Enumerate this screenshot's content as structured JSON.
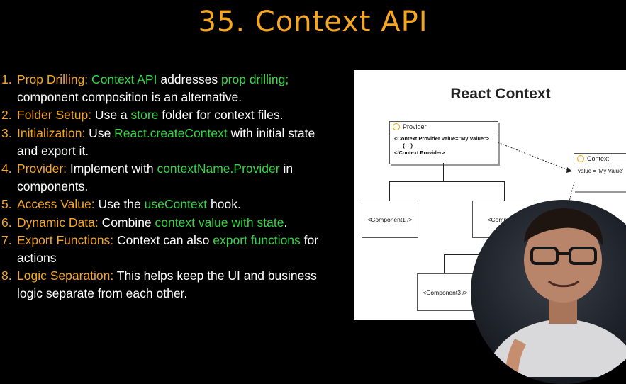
{
  "slide": {
    "title": "35. Context API",
    "items": [
      {
        "num": "1.",
        "segments": [
          {
            "t": "Prop Drilling:",
            "c": "k"
          },
          {
            "t": " Context API",
            "c": "g"
          },
          {
            "t": " addresses ",
            "c": "w"
          },
          {
            "t": "prop drilling;",
            "c": "g"
          },
          {
            "t": "\ncomponent composition is an alternative.",
            "c": "w"
          }
        ]
      },
      {
        "num": "2.",
        "segments": [
          {
            "t": "Folder Setup:",
            "c": "k"
          },
          {
            "t": " Use a ",
            "c": "w"
          },
          {
            "t": "store",
            "c": "g"
          },
          {
            "t": " folder for context files.",
            "c": "w"
          }
        ]
      },
      {
        "num": "3.",
        "segments": [
          {
            "t": "Initialization:",
            "c": "k"
          },
          {
            "t": " Use ",
            "c": "w"
          },
          {
            "t": "React.createContext",
            "c": "g"
          },
          {
            "t": " with initial state\nand export it.",
            "c": "w"
          }
        ]
      },
      {
        "num": "4.",
        "segments": [
          {
            "t": "Provider:",
            "c": "k"
          },
          {
            "t": " Implement with ",
            "c": "w"
          },
          {
            "t": "contextName.Provider",
            "c": "g"
          },
          {
            "t": " in\ncomponents.",
            "c": "w"
          }
        ]
      },
      {
        "num": "5.",
        "segments": [
          {
            "t": "Access Value:",
            "c": "k"
          },
          {
            "t": " Use the ",
            "c": "w"
          },
          {
            "t": "useContext",
            "c": "g"
          },
          {
            "t": " hook.",
            "c": "w"
          }
        ]
      },
      {
        "num": "6.",
        "segments": [
          {
            "t": "Dynamic Data:",
            "c": "k"
          },
          {
            "t": " Combine ",
            "c": "w"
          },
          {
            "t": "context value with state",
            "c": "g"
          },
          {
            "t": ".",
            "c": "w"
          }
        ]
      },
      {
        "num": "7.",
        "segments": [
          {
            "t": "Export Functions:",
            "c": "k"
          },
          {
            "t": " Context can also ",
            "c": "w"
          },
          {
            "t": "export functions",
            "c": "g"
          },
          {
            "t": " for\nactions",
            "c": "w"
          }
        ]
      },
      {
        "num": "8.",
        "segments": [
          {
            "t": "Logic Separation:",
            "c": "k"
          },
          {
            "t": " This helps keep the UI and business\nlogic separate from each other.",
            "c": "w"
          }
        ]
      }
    ]
  },
  "diagram": {
    "title": "React Context",
    "provider": {
      "label": "Provider",
      "line1": "<Context.Provider value=\"My Value\">",
      "line2": "{....}",
      "line3": "</Context.Provider>"
    },
    "context": {
      "label": "Context",
      "value": "value = 'My Value'"
    },
    "component1": "<Component1 />",
    "component2": "<Component",
    "component3": "<Component3 />"
  },
  "colors": {
    "title": "#f5a623",
    "highlight": "#37d645",
    "text": "#ffffff"
  }
}
